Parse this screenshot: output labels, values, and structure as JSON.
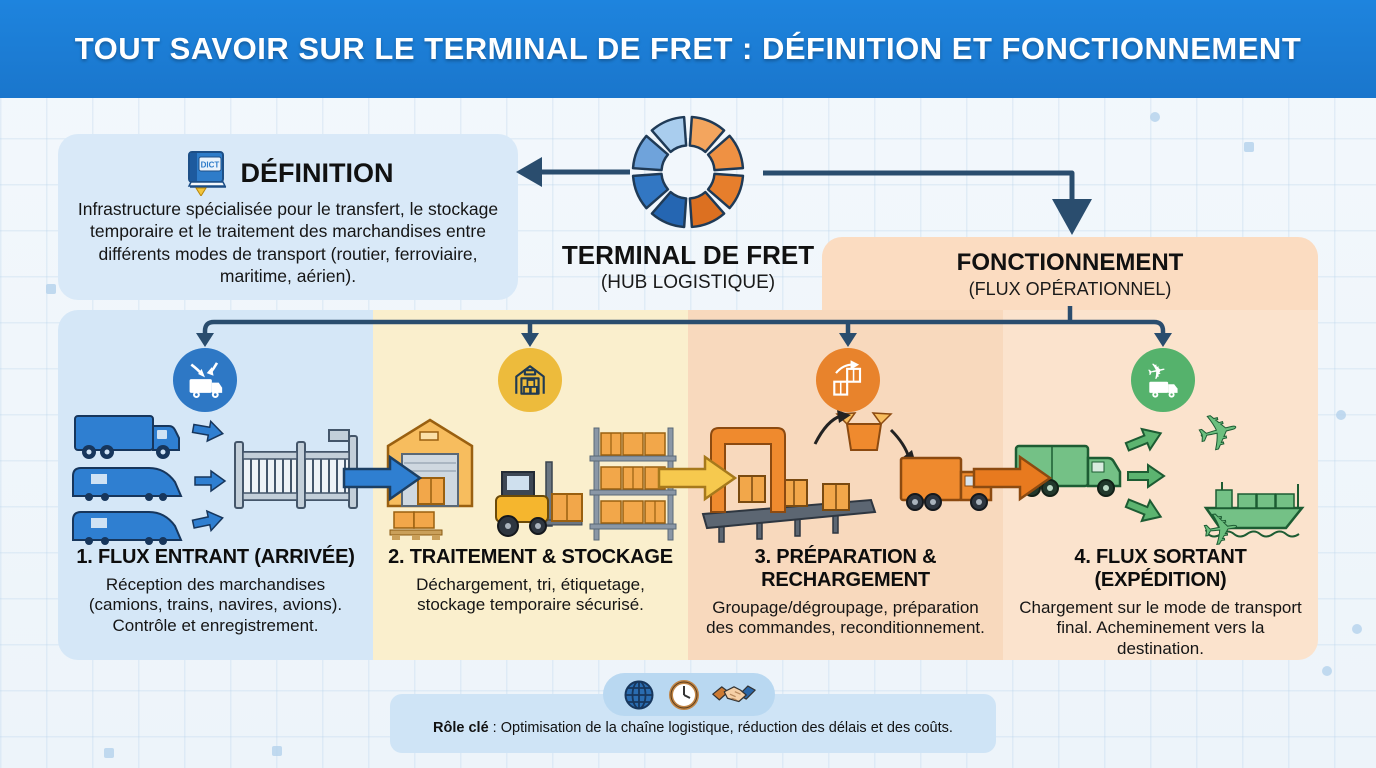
{
  "header": {
    "title": "TOUT SAVOIR SUR LE TERMINAL DE FRET : DÉFINITION ET FONCTIONNEMENT"
  },
  "definition": {
    "icon_label": "DICT",
    "title": "DÉFINITION",
    "text": "Infrastructure spécialisée pour le transfert, le stockage temporaire et le traitement des marchandises entre différents modes de transport (routier, ferroviaire, maritime, aérien)."
  },
  "hub": {
    "title": "TERMINAL DE FRET",
    "subtitle": "(HUB LOGISTIQUE)"
  },
  "fonctionnement": {
    "title": "FONCTIONNEMENT",
    "subtitle": "(FLUX OPÉRATIONNEL)"
  },
  "steps": [
    {
      "title": "1. FLUX ENTRANT (ARRIVÉE)",
      "text": "Réception des marchandises (camions, trains, navires, avions). Contrôle et enregistrement.",
      "badge_icon": "incoming-truck-icon",
      "panel_color": "#d5e7f7",
      "badge_color": "#2e78c5"
    },
    {
      "title": "2. TRAITEMENT & STOCKAGE",
      "text": "Déchargement, tri, étiquetage, stockage temporaire sécurisé.",
      "badge_icon": "warehouse-icon",
      "panel_color": "#faefcd",
      "badge_color": "#edbb3c"
    },
    {
      "title": "3. PRÉPARATION & RECHARGEMENT",
      "text": "Groupage/dégroupage, préparation des commandes, reconditionnement.",
      "badge_icon": "repack-boxes-icon",
      "panel_color": "#f8d9bd",
      "badge_color": "#e8832c"
    },
    {
      "title": "4. FLUX SORTANT (EXPÉDITION)",
      "text": "Chargement sur le mode de transport final. Acheminement vers la destination.",
      "badge_icon": "outbound-plane-truck-icon",
      "panel_color": "#fbe3cd",
      "badge_color": "#55b26c"
    }
  ],
  "footer": {
    "role_label": "Rôle clé",
    "role_text": " : Optimisation de la chaîne logistique, réduction des délais et des coûts.",
    "icons": [
      "globe-icon",
      "clock-icon",
      "handshake-icon"
    ]
  },
  "colors": {
    "header_bg": "#1c7fd6",
    "connector": "#2a4d6e",
    "definition_card": "#d9e9f8",
    "fonctionnement_card": "#fbdcc1",
    "step_panels": [
      "#d5e7f7",
      "#faefcd",
      "#f8d9bd",
      "#fbe3cd"
    ],
    "step_badges": [
      "#2e78c5",
      "#edbb3c",
      "#e8832c",
      "#55b26c"
    ],
    "flow_arrows": [
      "#2f7fd1",
      "#f6c94e",
      "#e87a1f"
    ],
    "hub_blue": "#2b6cb8",
    "hub_orange": "#e67e2c"
  }
}
